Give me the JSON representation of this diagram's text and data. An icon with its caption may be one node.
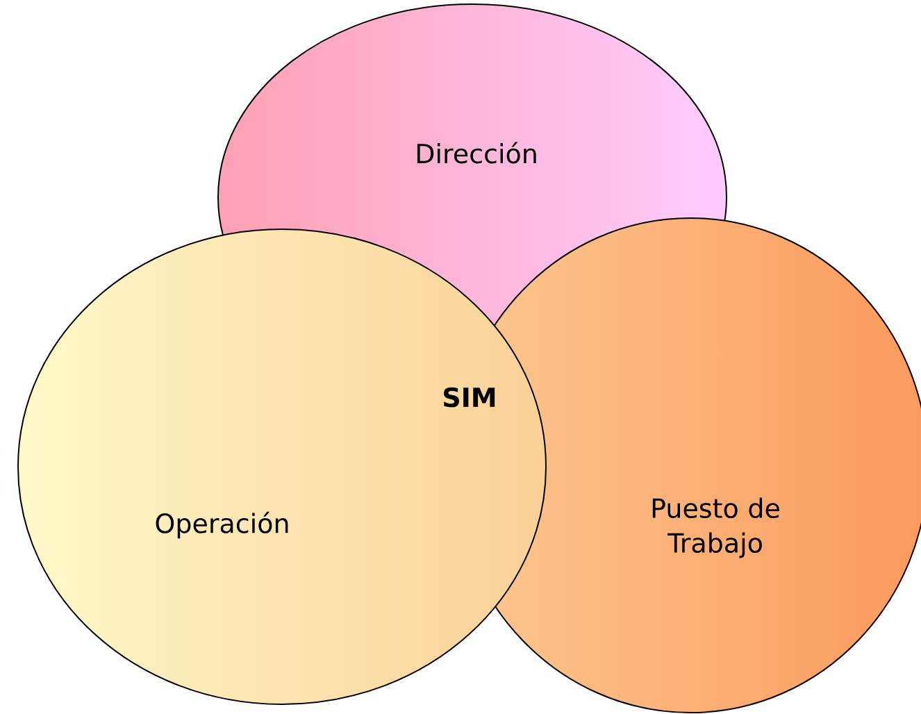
{
  "diagram": {
    "nodes": [
      {
        "text": [
          "Dirección"
        ]
      },
      {
        "text": [
          "Puesto de Trabajo"
        ]
      },
      {
        "text": [
          "Operación"
        ]
      }
    ],
    "labels": [
      "SIM"
    ]
  }
}
